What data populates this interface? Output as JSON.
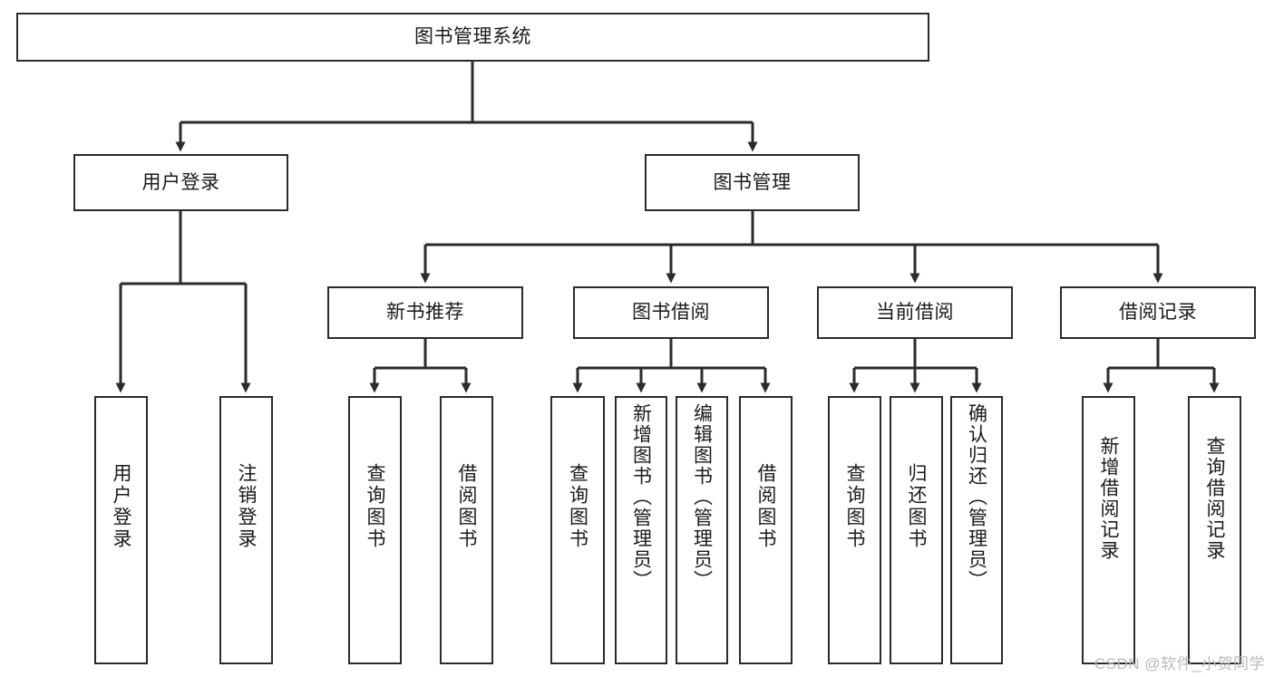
{
  "diagram": {
    "title": "图书管理系统",
    "type": "hierarchy-tree",
    "watermark": "CSDN @软件_小贺同学",
    "colors": {
      "stroke": "#2b2b2b",
      "fill": "#ffffff",
      "text": "#1a1a1a",
      "watermark": "#b9b9b9"
    },
    "levels": [
      {
        "level": 1,
        "nodes": [
          {
            "id": "root",
            "label": "图书管理系统",
            "orientation": "horizontal"
          }
        ]
      },
      {
        "level": 2,
        "nodes": [
          {
            "id": "user-login",
            "label": "用户登录",
            "orientation": "horizontal",
            "parent": "root"
          },
          {
            "id": "book-manage",
            "label": "图书管理",
            "orientation": "horizontal",
            "parent": "root"
          }
        ]
      },
      {
        "level": 3,
        "nodes": [
          {
            "id": "new-book-rec",
            "label": "新书推荐",
            "orientation": "horizontal",
            "parent": "book-manage"
          },
          {
            "id": "book-borrow",
            "label": "图书借阅",
            "orientation": "horizontal",
            "parent": "book-manage"
          },
          {
            "id": "current-borrow",
            "label": "当前借阅",
            "orientation": "horizontal",
            "parent": "book-manage"
          },
          {
            "id": "borrow-record",
            "label": "借阅记录",
            "orientation": "horizontal",
            "parent": "book-manage"
          }
        ]
      },
      {
        "level": 4,
        "nodes": [
          {
            "id": "leaf-user-login",
            "label": "用户登录",
            "orientation": "vertical",
            "parent": "user-login"
          },
          {
            "id": "leaf-logout",
            "label": "注销登录",
            "orientation": "vertical",
            "parent": "user-login"
          },
          {
            "id": "leaf-query-book-1",
            "label": "查询图书",
            "orientation": "vertical",
            "parent": "new-book-rec"
          },
          {
            "id": "leaf-borrow-book-1",
            "label": "借阅图书",
            "orientation": "vertical",
            "parent": "new-book-rec"
          },
          {
            "id": "leaf-query-book-2",
            "label": "查询图书",
            "orientation": "vertical",
            "parent": "book-borrow"
          },
          {
            "id": "leaf-add-book",
            "label": "新增图书（管理员）",
            "orientation": "vertical",
            "parent": "book-borrow"
          },
          {
            "id": "leaf-edit-book",
            "label": "编辑图书（管理员）",
            "orientation": "vertical",
            "parent": "book-borrow"
          },
          {
            "id": "leaf-borrow-book-2",
            "label": "借阅图书",
            "orientation": "vertical",
            "parent": "book-borrow"
          },
          {
            "id": "leaf-query-book-3",
            "label": "查询图书",
            "orientation": "vertical",
            "parent": "current-borrow"
          },
          {
            "id": "leaf-return-book",
            "label": "归还图书",
            "orientation": "vertical",
            "parent": "current-borrow"
          },
          {
            "id": "leaf-confirm-return",
            "label": "确认归还（管理员）",
            "orientation": "vertical",
            "parent": "current-borrow"
          },
          {
            "id": "leaf-add-record",
            "label": "新增借阅记录",
            "orientation": "vertical",
            "parent": "borrow-record"
          },
          {
            "id": "leaf-query-record",
            "label": "查询借阅记录",
            "orientation": "vertical",
            "parent": "borrow-record"
          }
        ]
      }
    ]
  }
}
